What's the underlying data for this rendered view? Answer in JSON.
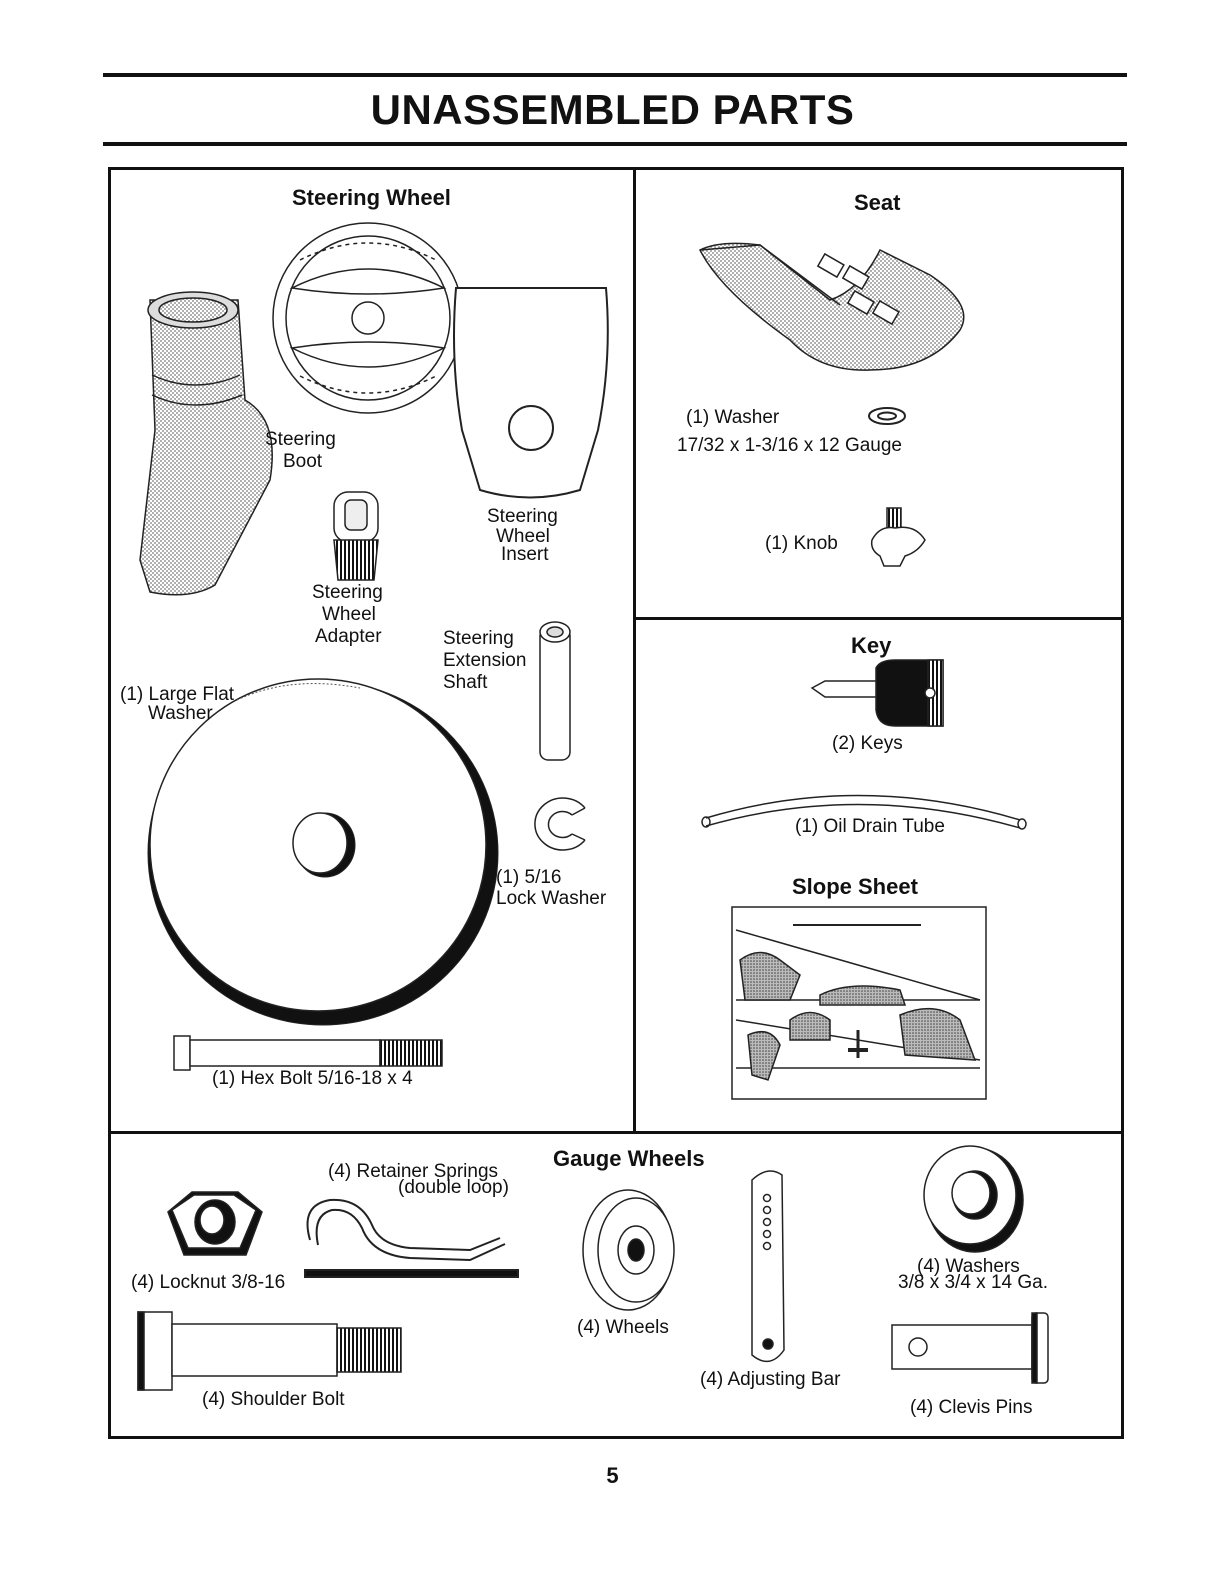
{
  "page": {
    "title": "UNASSEMBLED PARTS",
    "page_number": "5"
  },
  "steering": {
    "heading": "Steering Wheel",
    "boot_line1": "Steering",
    "boot_line2": "Boot",
    "insert_line1": "Steering",
    "insert_line2": "Wheel",
    "insert_line3": "Insert",
    "adapter_line1": "Steering",
    "adapter_line2": "Wheel",
    "adapter_line3": "Adapter",
    "shaft_line1": "Steering",
    "shaft_line2": "Extension",
    "shaft_line3": "Shaft",
    "washer_line1": "(1) Large Flat",
    "washer_line2": "Washer",
    "lock_line1": "(1) 5/16",
    "lock_line2": "Lock Washer",
    "bolt": "(1) Hex Bolt 5/16-18 x 4"
  },
  "seat": {
    "heading": "Seat",
    "washer": "(1) Washer",
    "washer_spec": "17/32 x 1-3/16 x 12 Gauge",
    "knob": "(1) Knob"
  },
  "key": {
    "heading": "Key",
    "keys": "(2) Keys",
    "tube": "(1) Oil Drain Tube"
  },
  "slope": {
    "heading": "Slope Sheet"
  },
  "gauge": {
    "heading": "Gauge Wheels",
    "springs_line1": "(4)  Retainer Springs",
    "springs_line2": "(double loop)",
    "locknut": "(4) Locknut  3/8-16",
    "shoulder_bolt": "(4) Shoulder Bolt",
    "wheels": "(4) Wheels",
    "adjusting_bar": "(4) Adjusting Bar",
    "washers_line1": "(4) Washers",
    "washers_line2": "3/8 x 3/4 x 14 Ga.",
    "clevis": "(4) Clevis Pins"
  }
}
